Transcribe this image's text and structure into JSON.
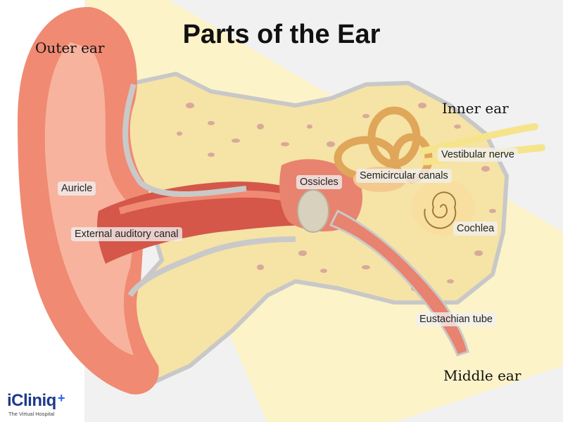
{
  "title": "Parts of the Ear",
  "regions": {
    "outer": "Outer ear",
    "inner": "Inner ear",
    "middle": "Middle ear"
  },
  "labels": {
    "auricle": "Auricle",
    "canal": "External auditory canal",
    "ossicles": "Ossicles",
    "semicircular": "Semicircular canals",
    "vestibular": "Vestibular nerve",
    "cochlea": "Cochlea",
    "eustachian": "Eustachian tube"
  },
  "logo": {
    "text": "iCliniq",
    "plus": "+",
    "tagline": "The Virtual Hospital"
  },
  "colors": {
    "background_panel": "#f1f1f1",
    "light_beam": "#fdf3c8",
    "skin": "#f08a73",
    "skin_light": "#f7b39e",
    "canal_dark": "#d4574a",
    "bone": "#f6e3a6",
    "bone_dot": "#d9a99a",
    "cartilage": "#c9c9c9",
    "canals": "#e0a65a",
    "ossicle": "#d8d1bd",
    "logo_blue": "#1e3a8a"
  }
}
